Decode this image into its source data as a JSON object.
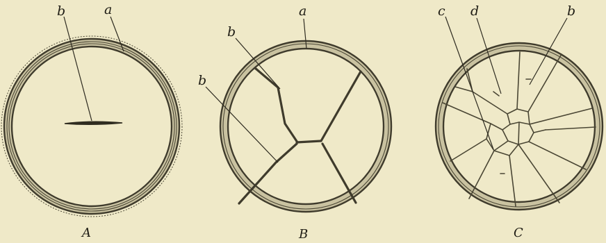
{
  "figures": [
    {
      "caption": "A",
      "labels": [
        "b",
        "a"
      ]
    },
    {
      "caption": "B",
      "labels": [
        "a",
        "b",
        "b"
      ]
    },
    {
      "caption": "C",
      "labels": [
        "c",
        "d",
        "b"
      ]
    }
  ]
}
